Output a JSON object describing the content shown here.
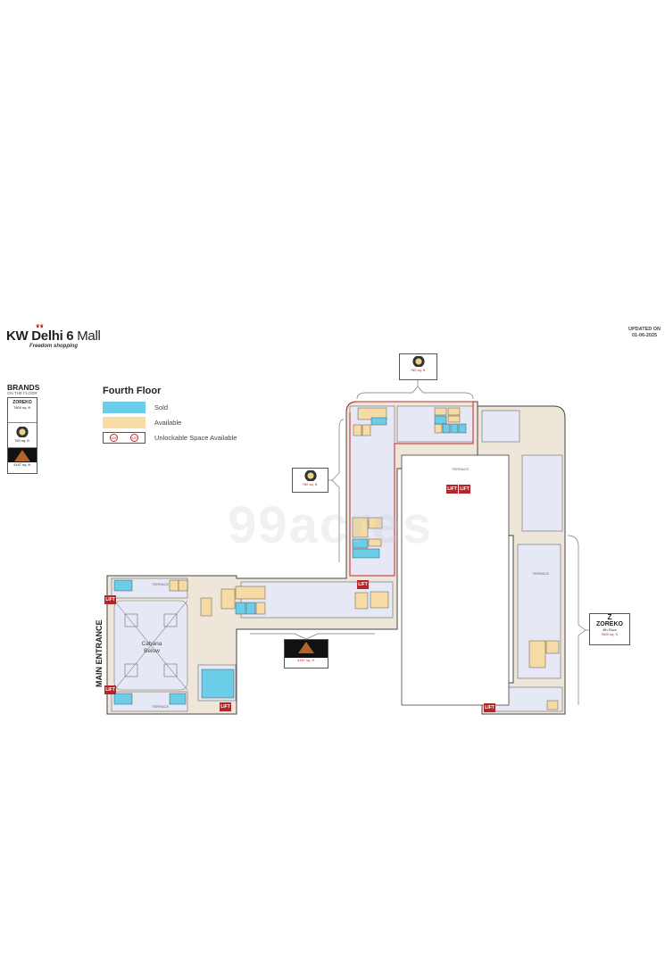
{
  "header": {
    "brand": "KW Delhi 6",
    "brand_suffix": "Mall",
    "tagline": "Freedom shopping",
    "updated_label": "UPDATED ON",
    "updated_date": "01-06-2025"
  },
  "brands_panel": {
    "title": "BRANDS",
    "subtitle": "ON THE FLOOR",
    "items": [
      {
        "name": "ZOREKO",
        "area": "7800 sq. ft."
      },
      {
        "name": "",
        "area": "780 sq. ft."
      },
      {
        "name": "",
        "area": "4187 sq. ft."
      }
    ]
  },
  "legend": {
    "title": "Fourth Floor",
    "items": [
      {
        "label": "Sold",
        "color": "#6ccde9"
      },
      {
        "label": "Available",
        "color": "#f6dba4"
      },
      {
        "label": "Unlockable Space Available",
        "icons": [
          "UH",
          "UV"
        ]
      }
    ]
  },
  "plan": {
    "main_entrance": "MAIN ENTRANCE",
    "cabana": "Cabana Below",
    "lift": "LIFT",
    "terrace": "TERRACE"
  },
  "callouts": {
    "top": {
      "area": "780 sq. ft."
    },
    "left": {
      "area": "780 sq. ft."
    },
    "bottom": {
      "area": "4187 sq. ft."
    },
    "zoreko": {
      "name": "ZOREKO",
      "floor": "4th Floor",
      "area": "7800 sq. ft."
    }
  },
  "watermark": "99acres",
  "colors": {
    "sold": "#6ccde9",
    "available": "#f6dba4",
    "floor": "#e6e9f5",
    "corridor": "#efe6da",
    "outline": "#c0272d",
    "lift": "#b3262c"
  }
}
